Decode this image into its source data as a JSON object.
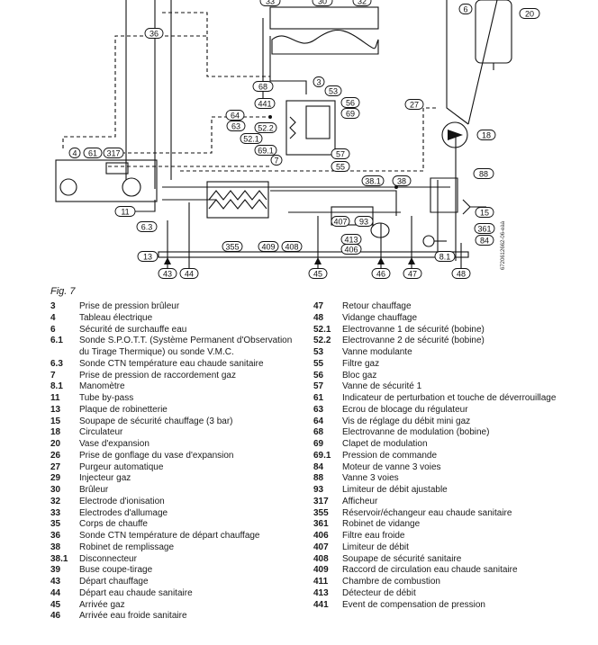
{
  "figure": {
    "caption": "Fig. 7",
    "doc_code": "6720612662-06-eàà"
  },
  "diagram": {
    "labels": {
      "c33": "33",
      "c30": "30",
      "c32": "32",
      "c6": "6",
      "c20": "20",
      "c36": "36",
      "c68": "68",
      "c3": "3",
      "c53": "53",
      "c441": "441",
      "c56": "56",
      "c64": "64",
      "c69": "69",
      "c27": "27",
      "c63": "63",
      "c52_2": "52.2",
      "c52_1": "52.1",
      "c18": "18",
      "c69_1": "69.1",
      "c57": "57",
      "c7": "7",
      "c55": "55",
      "c4": "4",
      "c61": "61",
      "c317": "317",
      "c88": "88",
      "c38_1": "38.1",
      "c38": "38",
      "c15": "15",
      "c11": "11",
      "c407": "407",
      "c93": "93",
      "c361": "361",
      "c6_3": "6.3",
      "c413": "413",
      "c84": "84",
      "c406": "406",
      "c355": "355",
      "c409": "409",
      "c408": "408",
      "c13": "13",
      "c8_1": "8.1",
      "c43": "43",
      "c44": "44",
      "c45": "45",
      "c46": "46",
      "c47": "47",
      "c48": "48"
    }
  },
  "legend": {
    "left": [
      {
        "num": "3",
        "text": "Prise de pression brûleur"
      },
      {
        "num": "4",
        "text": "Tableau électrique"
      },
      {
        "num": "6",
        "text": "Sécurité de surchauffe eau"
      },
      {
        "num": "6.1",
        "text": "Sonde S.P.O.T.T. (Système Permanent d'Observation"
      },
      {
        "num": "",
        "text": "du Tirage Thermique) ou sonde V.M.C."
      },
      {
        "num": "6.3",
        "text": "Sonde CTN température eau chaude sanitaire"
      },
      {
        "num": "7",
        "text": "Prise de pression de raccordement gaz"
      },
      {
        "num": "8.1",
        "text": "Manomètre"
      },
      {
        "num": "11",
        "text": "Tube by-pass"
      },
      {
        "num": "13",
        "text": "Plaque de robinetterie"
      },
      {
        "num": "15",
        "text": "Soupape de sécurité chauffage (3 bar)"
      },
      {
        "num": "18",
        "text": "Circulateur"
      },
      {
        "num": "20",
        "text": "Vase d'expansion"
      },
      {
        "num": "26",
        "text": "Prise de gonflage du vase d'expansion"
      },
      {
        "num": "27",
        "text": "Purgeur automatique"
      },
      {
        "num": "29",
        "text": "Injecteur gaz"
      },
      {
        "num": "30",
        "text": "Brûleur"
      },
      {
        "num": "32",
        "text": "Electrode d'ionisation"
      },
      {
        "num": "33",
        "text": "Electrodes d'allumage"
      },
      {
        "num": "35",
        "text": "Corps de chauffe"
      },
      {
        "num": "36",
        "text": "Sonde CTN température de départ chauffage"
      },
      {
        "num": "38",
        "text": "Robinet de remplissage"
      },
      {
        "num": "38.1",
        "text": "Disconnecteur"
      },
      {
        "num": "39",
        "text": "Buse coupe-tirage"
      },
      {
        "num": "43",
        "text": "Départ chauffage"
      },
      {
        "num": "44",
        "text": "Départ eau chaude sanitaire"
      },
      {
        "num": "45",
        "text": "Arrivée gaz"
      },
      {
        "num": "46",
        "text": "Arrivée eau froide sanitaire"
      }
    ],
    "right": [
      {
        "num": "47",
        "text": "Retour chauffage"
      },
      {
        "num": "48",
        "text": "Vidange chauffage"
      },
      {
        "num": "52.1",
        "text": "Electrovanne 1 de sécurité (bobine)"
      },
      {
        "num": "52.2",
        "text": "Electrovanne 2 de sécurité (bobine)"
      },
      {
        "num": "53",
        "text": "Vanne modulante"
      },
      {
        "num": "55",
        "text": "Filtre gaz"
      },
      {
        "num": "56",
        "text": "Bloc gaz"
      },
      {
        "num": "57",
        "text": "Vanne de sécurité 1"
      },
      {
        "num": "61",
        "text": "Indicateur de perturbation et touche de déverrouillage"
      },
      {
        "num": "63",
        "text": "Ecrou de blocage du régulateur"
      },
      {
        "num": "64",
        "text": "Vis de réglage du débit mini gaz"
      },
      {
        "num": "68",
        "text": "Electrovanne de modulation (bobine)"
      },
      {
        "num": "69",
        "text": "Clapet de modulation"
      },
      {
        "num": "69.1",
        "text": "Pression de commande"
      },
      {
        "num": "84",
        "text": "Moteur de vanne 3 voies"
      },
      {
        "num": "88",
        "text": "Vanne 3 voies"
      },
      {
        "num": "93",
        "text": "Limiteur de débit ajustable"
      },
      {
        "num": "317",
        "text": "Afficheur"
      },
      {
        "num": "355",
        "text": "Réservoir/échangeur eau chaude sanitaire"
      },
      {
        "num": "361",
        "text": "Robinet de vidange"
      },
      {
        "num": "406",
        "text": "Filtre eau froide"
      },
      {
        "num": "407",
        "text": "Limiteur de débit"
      },
      {
        "num": "408",
        "text": "Soupape de sécurité sanitaire"
      },
      {
        "num": "409",
        "text": "Raccord de circulation eau chaude sanitaire"
      },
      {
        "num": "411",
        "text": "Chambre de combustion"
      },
      {
        "num": "413",
        "text": "Détecteur de débit"
      },
      {
        "num": "441",
        "text": "Event de compensation de pression"
      }
    ]
  }
}
